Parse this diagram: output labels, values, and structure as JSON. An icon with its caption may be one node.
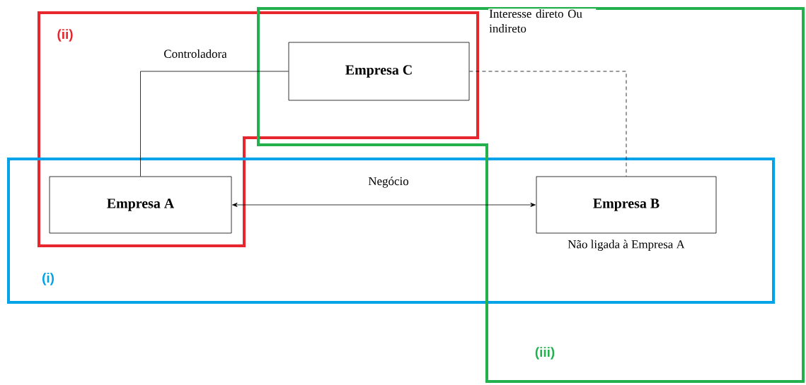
{
  "diagram": {
    "nodes": [
      {
        "text": [
          "Empresa C"
        ]
      },
      {
        "text": [
          "Empresa A"
        ]
      },
      {
        "text": [
          "Empresa B"
        ],
        "beside": [
          "Não ligada à Empresa A"
        ]
      }
    ],
    "edges": [
      {
        "from": 0,
        "to": 1,
        "arrow": "none",
        "label": "Controladora"
      },
      {
        "from": 0,
        "to": 2,
        "arrow": "none",
        "style": "dashed",
        "label": "Interesse direto Ou indireto"
      },
      {
        "from": 1,
        "to": 2,
        "arrow": "both",
        "label": "Negócio"
      }
    ],
    "labels": [
      "(ii)",
      "(i)",
      "(iii)"
    ]
  }
}
